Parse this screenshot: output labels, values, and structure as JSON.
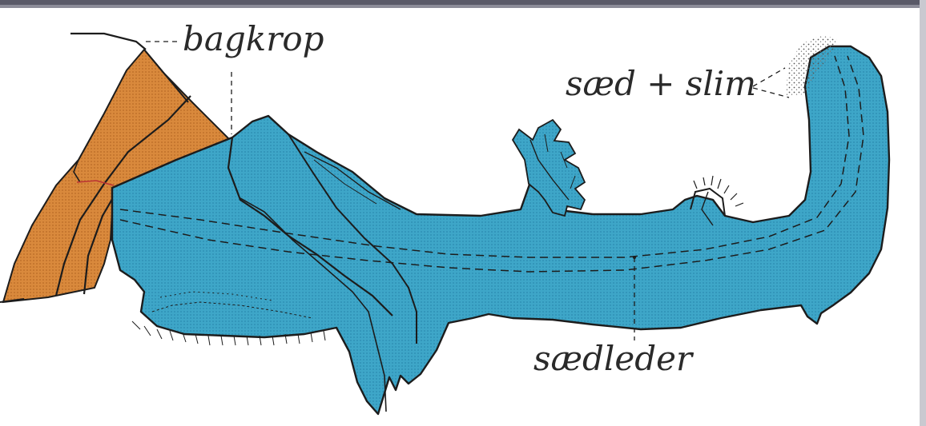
{
  "labels": {
    "abdomen": "bagkrop",
    "sperm_and_mucus": "sæd + slim",
    "vas_deferens": "sædleder"
  },
  "colors": {
    "organ_fill": "#3ea6c8",
    "abdomen_fill": "#d9893c",
    "outline": "#1c1c1c",
    "frame": "#5a5a68"
  }
}
